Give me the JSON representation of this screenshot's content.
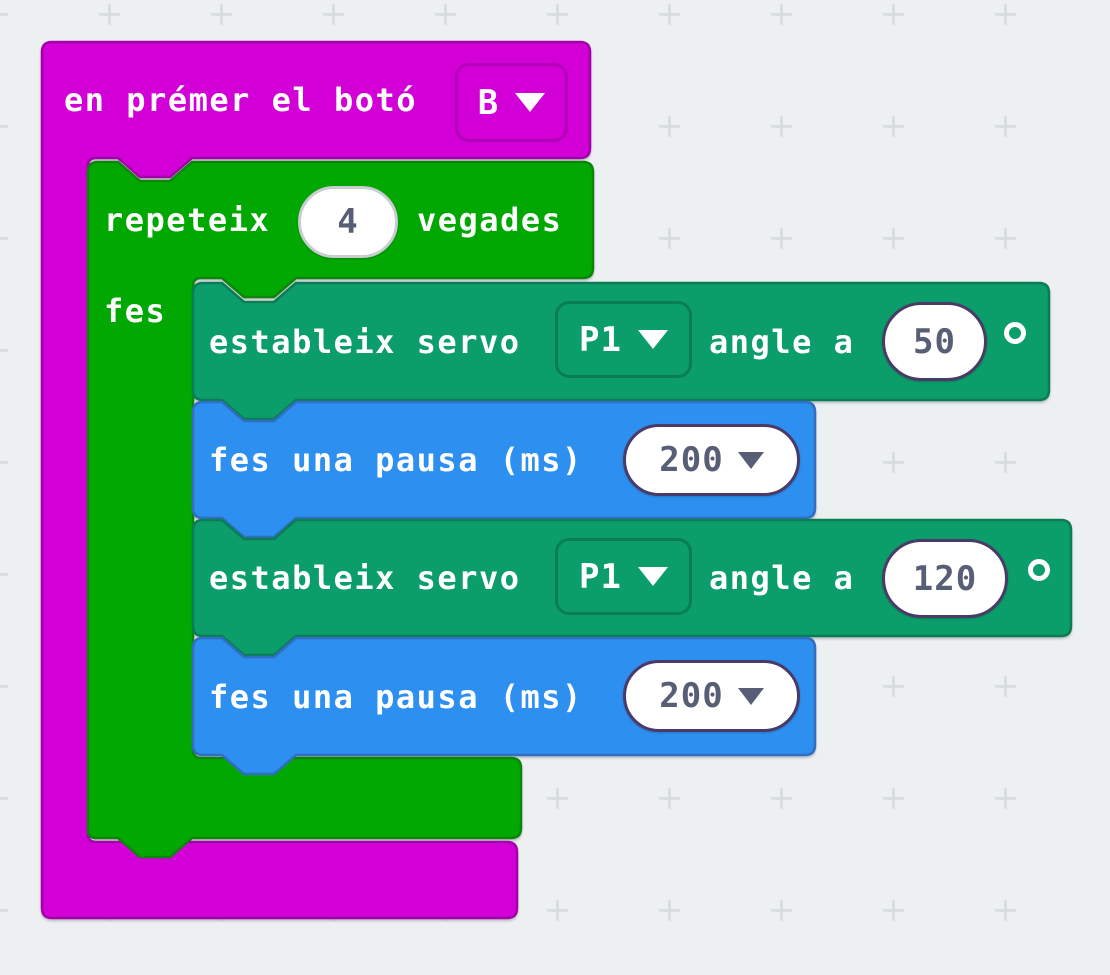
{
  "colors": {
    "background": "#edf0f1",
    "grid_cross": "#d8dde1",
    "event_fill": "#d200d6",
    "event_border": "#a300aa",
    "event_field_border": "#b100b8",
    "repeat_fill": "#02a802",
    "repeat_border": "#0b860b",
    "servo_fill": "#0c9e6a",
    "servo_border": "#0a7d55",
    "pause_fill": "#2d8ff0",
    "pause_border": "#2f6ec0",
    "number_text": "#575e75",
    "number_border_plain": "#c9cdd1",
    "number_border_picker": "#4a3a68"
  },
  "blocks": {
    "event": {
      "label": "en prémer el botó",
      "button": "B"
    },
    "repeat": {
      "label_before": "repeteix",
      "count": "4",
      "label_after": "vegades",
      "do_label": "fes"
    },
    "statements": [
      {
        "kind": "servo",
        "label": "estableix servo",
        "pin": "P1",
        "angle_label": "angle a",
        "value": "50",
        "unit": "°"
      },
      {
        "kind": "pause",
        "label": "fes una pausa (ms)",
        "value": "200"
      },
      {
        "kind": "servo",
        "label": "estableix servo",
        "pin": "P1",
        "angle_label": "angle a",
        "value": "120",
        "unit": "°"
      },
      {
        "kind": "pause",
        "label": "fes una pausa (ms)",
        "value": "200"
      }
    ]
  }
}
